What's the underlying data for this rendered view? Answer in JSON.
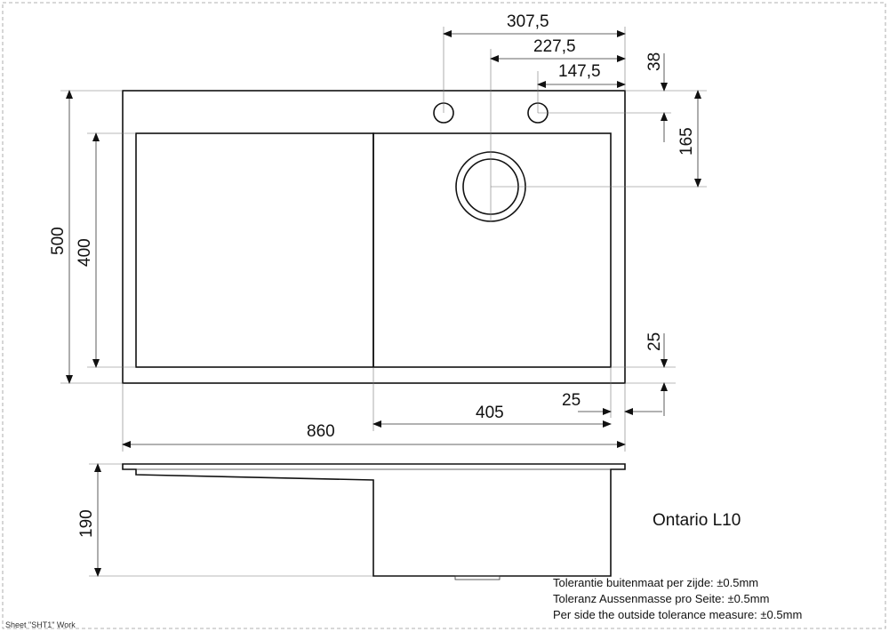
{
  "drawing": {
    "model_name": "Ontario L10",
    "sheet_label": "Sheet \"SHT1\" Work",
    "dimensions": {
      "d307": "307,5",
      "d227": "227,5",
      "d147": "147,5",
      "d38": "38",
      "d165": "165",
      "d500": "500",
      "d400": "400",
      "d25_right": "25",
      "d25_bottom": "25",
      "d405": "405",
      "d860": "860",
      "d190": "190"
    },
    "tolerance_notes": [
      "Tolerantie buitenmaat per zijde: ±0.5mm",
      "Toleranz Aussenmasse pro Seite: ±0.5mm",
      "Per side the outside tolerance measure: ±0.5mm"
    ]
  }
}
